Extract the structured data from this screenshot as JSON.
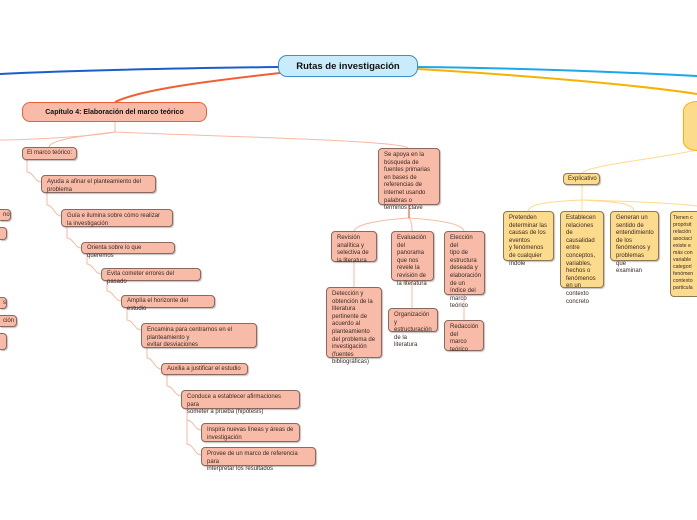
{
  "root": {
    "title": "Rutas de investigación"
  },
  "chapter": {
    "title": "Capítulo 4: Elaboración del marco teórico"
  },
  "marco_teorico": {
    "label": "El marco teórico:",
    "functions": [
      "Ayuda a afinar el planteamiento del\nproblema",
      "Guía e ilumina sobre cómo realizar\nla investigación",
      "Orienta sobre lo que queremos",
      "Evita cometer errores del pasado",
      "Amplía el horizonte del estudio",
      "Encamina para centrarnos en el\nplanteamiento y\nevitar desviaciones",
      "Auxilia a justificar el estudio",
      "Conduce a establecer afirmaciones para\nsometer a prueba (hipótesis)",
      "Inspira nuevas líneas y áreas de\ninvestigación",
      "Provee de un marco de referencia para\ninterpretar los resultados"
    ]
  },
  "busqueda": {
    "label": "Se apoya en la\nbúsqueda de\nfuentes primarias\nen bases de\nreferencias de\ninternet usando\npalabras o\ntérminos clave",
    "steps": [
      {
        "label": "Revisión\nanalítica y\nselectiva de\nla literatura",
        "child": "Detección y\nobtención de la\nliteratura\npertinente de\nacuerdo al\nplanteamiento\ndel problema de\ninvestigación\n(fuentes\nbibliográficas)"
      },
      {
        "label": "Evaluación\ndel\npanorama\nque nos\nrevele la\nrevisión de\nla literatura",
        "child": "Organización y\nestructuración\nde la literatura"
      },
      {
        "label": "Elección del\ntipo de\nestructura\ndeseada y\nelaboración\nde un\níndice del\nmarco\nteórico",
        "child": "Redacción\ndel\nmarco\nteórico"
      }
    ]
  },
  "explicativo": {
    "label": "Explicativo",
    "items": [
      "Pretenden\ndeterminar las\ncausas de los\neventos\ny fenómenos\nde cualquier\níndole",
      "Establecen\nrelaciones de\ncausalidad\nentre\nconceptos,\nvariables,\nhechos o\nfenómenos\nen un\ncontexto\nconcreto",
      "Generan un\nsentido de\nentendimiento\nde los\nfenómenos y\nproblemas\nque examinan",
      "Tienen c\npropósit\nrelación\nasociaci\nexiste e\nmás con\nvariable\ncategorí\nfenómen\ncontexto\nparticula"
    ]
  },
  "left_partial": [
    "no",
    "",
    "s",
    "ción",
    ""
  ],
  "colors": {
    "blue": "#1a5fc8",
    "cyan": "#1aa8e8",
    "orange": "#f06030",
    "yellow": "#f5b300",
    "salmon": "#f8bba7",
    "light_salmon": "#f7b9a3"
  }
}
